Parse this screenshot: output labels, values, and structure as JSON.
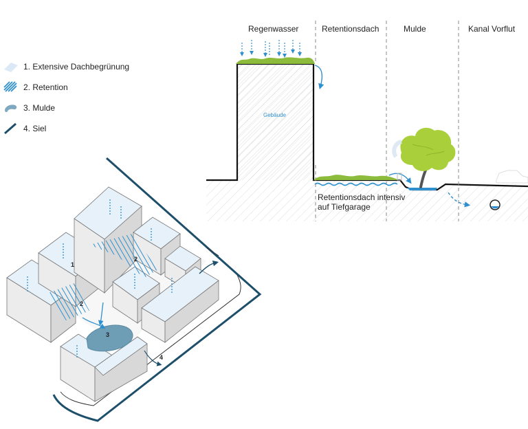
{
  "legend": [
    {
      "label": "1. Extensive Dachbegrünung"
    },
    {
      "label": "2. Retention"
    },
    {
      "label": "3. Mulde"
    },
    {
      "label": "4. Siel"
    }
  ],
  "section": {
    "columns": [
      {
        "label": "Regenwasser"
      },
      {
        "label": "Retentionsdach"
      },
      {
        "label": "Mulde"
      },
      {
        "label": "Kanal Vorflut"
      }
    ],
    "building_label": "Gebäude",
    "retention_note_line1": "Retentionsdach intensiv",
    "retention_note_line2": "auf  Tiefgarage"
  },
  "axo": {
    "markers": [
      "1",
      "2",
      "2",
      "3",
      "4"
    ]
  },
  "colors": {
    "water": "#2f8fce",
    "roof_tint": "#e6f1fa",
    "siel": "#1d4f6b",
    "green": "#8dbb3b",
    "tree": "#a9cf3a",
    "trunk": "#555555",
    "mulde": "#6e9db6"
  }
}
